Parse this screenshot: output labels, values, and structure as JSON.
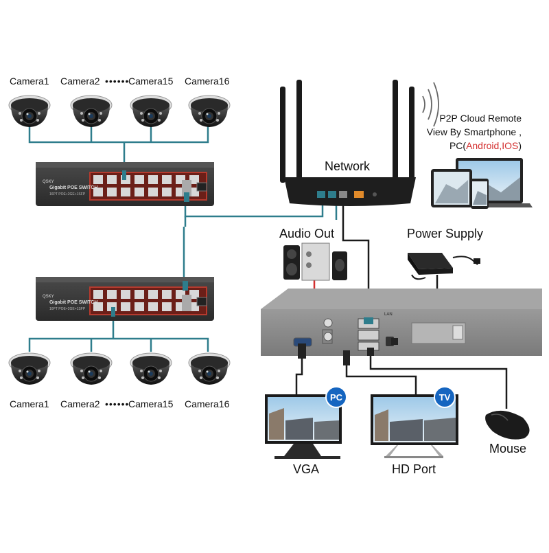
{
  "cameras_top": [
    "Camera1",
    "Camera2",
    "Camera15",
    "Camera16"
  ],
  "cameras_bottom": [
    "Camera1",
    "Camera2",
    "Camera15",
    "Camera16"
  ],
  "ellipsis": "••••••",
  "switch_label": "Gigabit POE SWITCH",
  "switch_sublabel": "16PT POE+2GE+1SFP",
  "switch_brand": "QSKY",
  "network_label": "Network",
  "p2p": {
    "line1": "P2P Cloud Remote",
    "line2": "View By Smartphone ,",
    "line3_prefix": "PC(",
    "line3_highlight": "Android,IOS",
    "line3_suffix": ")"
  },
  "audio_out_label": "Audio Out",
  "power_supply_label": "Power Supply",
  "nvr_port_label": "LAN",
  "pc_badge": "PC",
  "tv_badge": "TV",
  "vga_label": "VGA",
  "hd_port_label": "HD Port",
  "mouse_label": "Mouse",
  "colors": {
    "cable_teal": "#2e7d8c",
    "cable_black": "#1a1a1a",
    "cable_red": "#d32f2f",
    "switch_body": "#3a3a3a",
    "port_red": "#c0392b",
    "nvr_body": "#8a8a8a",
    "badge_blue": "#1565c0"
  }
}
